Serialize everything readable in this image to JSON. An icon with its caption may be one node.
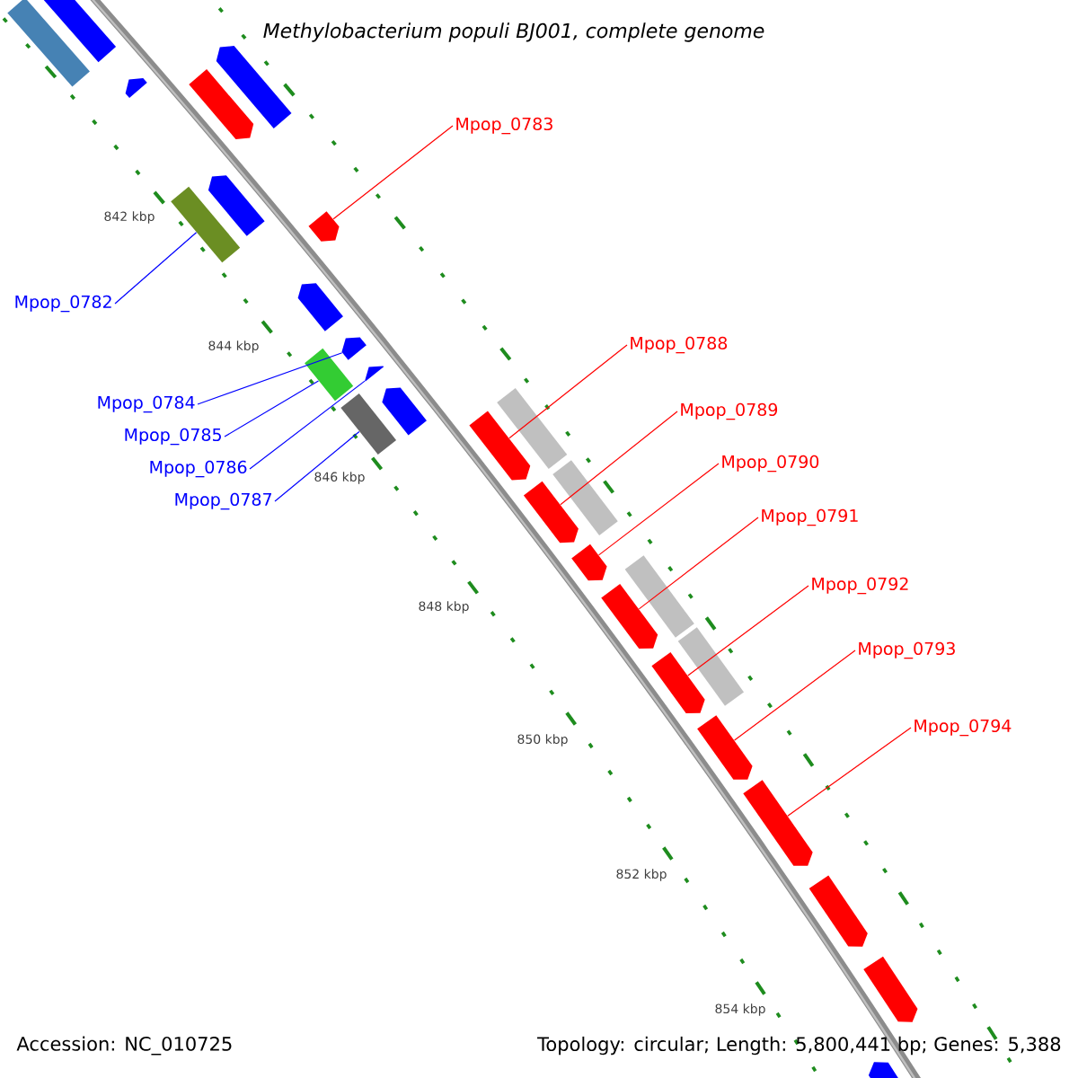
{
  "diagram": {
    "title": "*Methylobacterium populi* BJ001, complete genome",
    "nodes": [
      {
        "text": [
          "Mpop_0783"
        ]
      },
      {
        "text": [
          "Mpop_0782"
        ]
      },
      {
        "text": [
          "Mpop_0784"
        ]
      },
      {
        "text": [
          "Mpop_0785"
        ]
      },
      {
        "text": [
          "Mpop_0786"
        ]
      },
      {
        "text": [
          "Mpop_0787"
        ]
      },
      {
        "text": [
          "Mpop_0788"
        ]
      },
      {
        "text": [
          "Mpop_0789"
        ]
      },
      {
        "text": [
          "Mpop_0790"
        ]
      },
      {
        "text": [
          "Mpop_0791"
        ]
      },
      {
        "text": [
          "Mpop_0792"
        ]
      },
      {
        "text": [
          "Mpop_0793"
        ]
      },
      {
        "text": [
          "Mpop_0794"
        ]
      },
      {
        "text": [],
        "shape": "bar"
      },
      {
        "text": [],
        "shape": "pentagon"
      },
      {
        "text": [],
        "shape": "pentagon"
      },
      {
        "text": [],
        "shape": "pentagon"
      },
      {
        "text": [],
        "shape": "pentagon"
      },
      {
        "text": [],
        "shape": "pentagon"
      },
      {
        "text": [],
        "shape": "bar"
      },
      {
        "text": [],
        "shape": "pentagon"
      },
      {
        "text": [],
        "shape": "pentagon"
      },
      {
        "text": [],
        "shape": "pentagon"
      },
      {
        "text": [],
        "shape": "bar"
      },
      {
        "text": [],
        "shape": "pentagon"
      },
      {
        "text": [],
        "shape": "pentagon"
      },
      {
        "text": [],
        "shape": "bar"
      },
      {
        "text": [],
        "shape": "bar"
      },
      {
        "text": [],
        "shape": "pentagon"
      },
      {
        "text": [],
        "shape": "bar"
      },
      {
        "text": [],
        "shape": "pentagon"
      },
      {
        "text": [],
        "shape": "pentagon"
      },
      {
        "text": [],
        "shape": "bar"
      },
      {
        "text": [],
        "shape": "pentagon"
      },
      {
        "text": [],
        "shape": "bar"
      },
      {
        "text": [],
        "shape": "pentagon"
      },
      {
        "text": [],
        "shape": "pentagon"
      },
      {
        "text": [],
        "shape": "pentagon"
      },
      {
        "text": [],
        "shape": "pentagon"
      },
      {
        "text": [],
        "shape": "pentagon"
      },
      {
        "text": [],
        "shape": "pentagon"
      }
    ],
    "edges": [
      {
        "from": 0,
        "to": 20,
        "arrow": "none"
      },
      {
        "from": 1,
        "to": 19,
        "arrow": "none",
        "color": "#0000ff"
      },
      {
        "from": 2,
        "to": 22,
        "arrow": "none",
        "color": "#0000ff"
      },
      {
        "from": 3,
        "to": 23,
        "arrow": "none",
        "color": "#0000ff"
      },
      {
        "from": 4,
        "to": 24,
        "arrow": "none",
        "color": "#0000ff"
      },
      {
        "from": 5,
        "to": 27,
        "arrow": "none",
        "color": "#0000ff"
      },
      {
        "from": 6,
        "to": 28,
        "arrow": "none"
      },
      {
        "from": 7,
        "to": 30,
        "arrow": "none"
      },
      {
        "from": 8,
        "to": 31,
        "arrow": "none"
      },
      {
        "from": 9,
        "to": 33,
        "arrow": "none"
      },
      {
        "from": 10,
        "to": 35,
        "arrow": "none"
      },
      {
        "from": 11,
        "to": 36,
        "arrow": "none"
      },
      {
        "from": 12,
        "to": 37,
        "arrow": "none"
      }
    ],
    "labels": [
      "842 kbp",
      "844 kbp",
      "846 kbp",
      "848 kbp",
      "850 kbp",
      "852 kbp",
      "854 kbp",
      "Accession: NC_010725",
      "Topology: circular; Length: 5,800,441 bp; Genes: 5,388"
    ]
  }
}
